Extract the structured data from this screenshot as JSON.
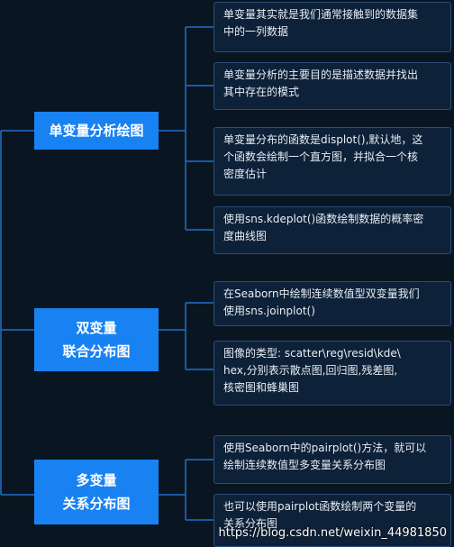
{
  "branches": [
    {
      "label": "单变量分析绘图"
    },
    {
      "label": [
        "双变量",
        "联合分布图"
      ]
    },
    {
      "label": [
        "多变量",
        "关系分布图"
      ]
    }
  ],
  "leaves": [
    {
      "lines": [
        "单变量其实就是我们通常接触到的数据集",
        "中的一列数据"
      ]
    },
    {
      "lines": [
        "单变量分析的主要目的是描述数据并找出",
        "其中存在的模式"
      ]
    },
    {
      "lines": [
        "单变量分布的函数是displot(),默认地，这",
        "个函数会绘制一个直方图，并拟合一个核",
        "密度估计"
      ]
    },
    {
      "lines": [
        "使用sns.kdeplot()函数绘制数据的概率密",
        "度曲线图"
      ]
    },
    {
      "lines": [
        "在Seaborn中绘制连续数值型双变量我们",
        "使用sns.joinplot()"
      ]
    },
    {
      "lines": [
        "图像的类型: scatter\\reg\\resid\\kde\\",
        "hex,分别表示散点图,回归图,残差图,",
        "核密图和蜂巢图"
      ]
    },
    {
      "lines": [
        "使用Seaborn中的pairplot()方法，就可以",
        "绘制连续数值型多变量关系分布图"
      ]
    },
    {
      "lines": [
        "也可以使用pairplot函数绘制两个变量的",
        "关系分布图"
      ]
    }
  ],
  "watermark": "https://blog.csdn.net/weixin_44981850",
  "colors": {
    "background": "#0a1522",
    "branch": "#1882f2",
    "leaf_fill": "#0d2138",
    "leaf_border": "#2c4d7a",
    "line": "#1f6fcc"
  }
}
